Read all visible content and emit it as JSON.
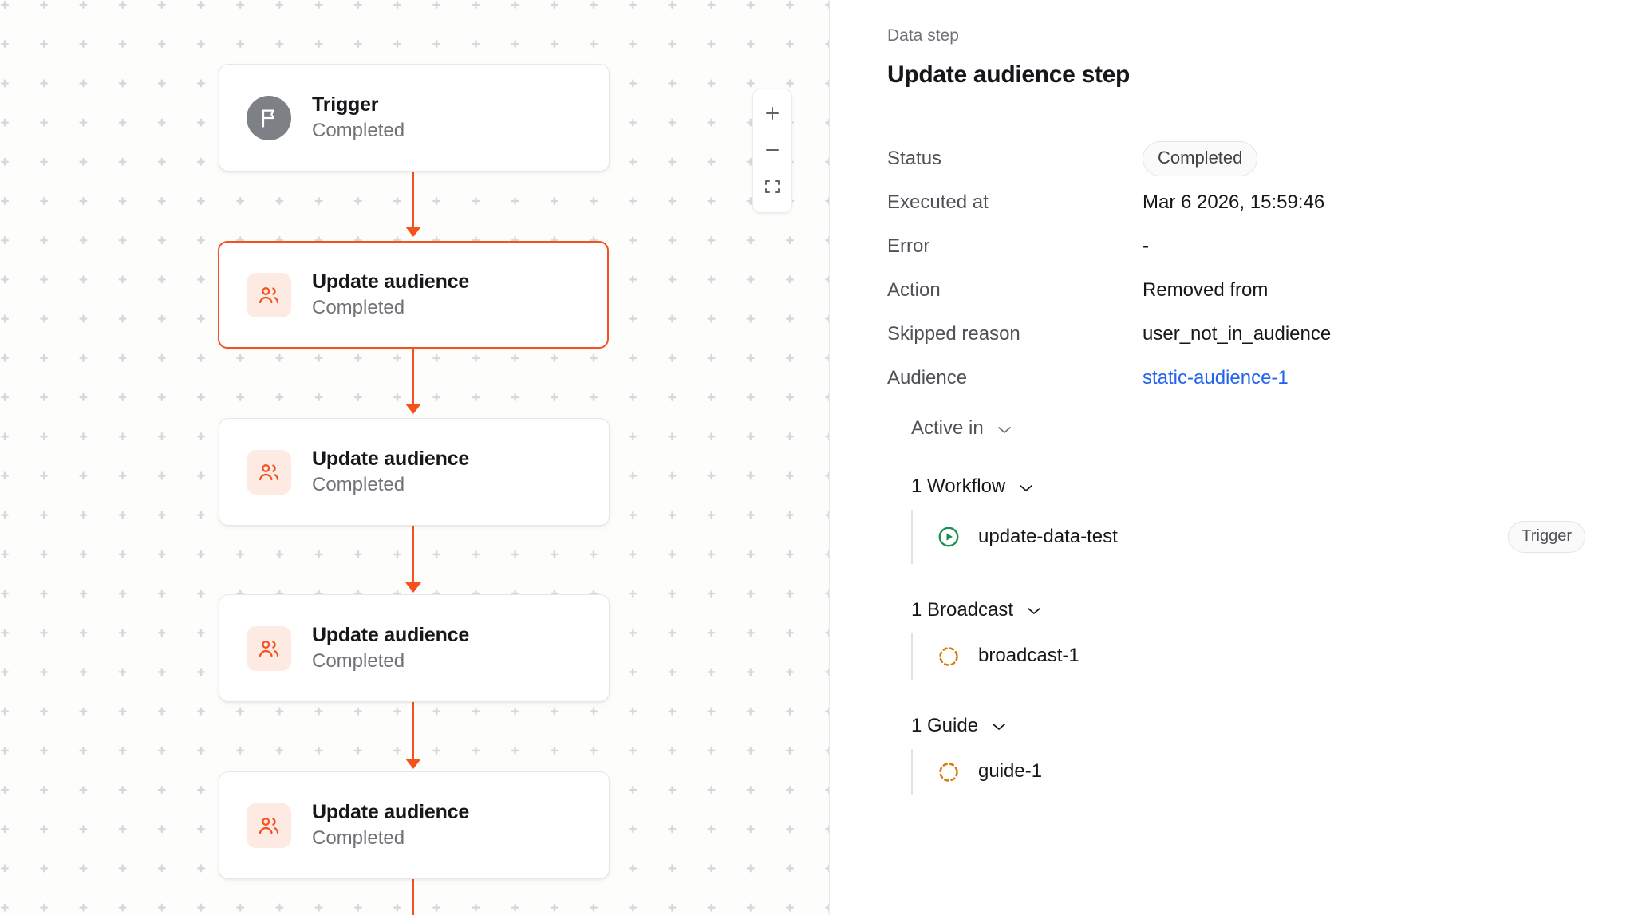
{
  "colors": {
    "accent_orange": "#f4511e",
    "icon_bg_pink": "#fdeae3",
    "trigger_gray": "#7d8186",
    "link_blue": "#2563eb",
    "workflow_green": "#179150",
    "draft_orange": "#d97706",
    "canvas_bg": "#fdfdfb"
  },
  "canvas": {
    "name": "workflow-canvas",
    "nodes": [
      {
        "title": "Trigger",
        "status": "Completed",
        "icon": "flag-icon",
        "icon_style": "trigger",
        "selected": false
      },
      {
        "title": "Update audience",
        "status": "Completed",
        "icon": "users-icon",
        "icon_style": "audience",
        "selected": true
      },
      {
        "title": "Update audience",
        "status": "Completed",
        "icon": "users-icon",
        "icon_style": "audience",
        "selected": false
      },
      {
        "title": "Update audience",
        "status": "Completed",
        "icon": "users-icon",
        "icon_style": "audience",
        "selected": false
      },
      {
        "title": "Update audience",
        "status": "Completed",
        "icon": "users-icon",
        "icon_style": "audience",
        "selected": false
      }
    ],
    "zoom_controls": {
      "zoom_in": "plus-icon",
      "zoom_out": "minus-icon",
      "fit_view": "fit-screen-icon"
    }
  },
  "panel": {
    "kicker": "Data step",
    "title": "Update audience step",
    "details": [
      {
        "label": "Status",
        "value": "Completed",
        "type": "pill"
      },
      {
        "label": "Executed at",
        "value": "Mar 6 2026, 15:59:46",
        "type": "text"
      },
      {
        "label": "Error",
        "value": "-",
        "type": "text"
      },
      {
        "label": "Action",
        "value": "Removed from",
        "type": "text"
      },
      {
        "label": "Skipped reason",
        "value": "user_not_in_audience",
        "type": "text"
      },
      {
        "label": "Audience",
        "value": "static-audience-1",
        "type": "link"
      }
    ],
    "active_in": {
      "label": "Active in",
      "chevron": "chevron-down-icon",
      "groups": [
        {
          "label": "1 Workflow",
          "chevron": "chevron-down-icon",
          "items": [
            {
              "name": "update-data-test",
              "icon": "play-circle-icon",
              "icon_color": "green",
              "badge": "Trigger"
            }
          ]
        },
        {
          "label": "1 Broadcast",
          "chevron": "chevron-down-icon",
          "items": [
            {
              "name": "broadcast-1",
              "icon": "dashed-circle-icon",
              "icon_color": "orange",
              "badge": ""
            }
          ]
        },
        {
          "label": "1 Guide",
          "chevron": "chevron-down-icon",
          "items": [
            {
              "name": "guide-1",
              "icon": "dashed-circle-icon",
              "icon_color": "orange",
              "badge": ""
            }
          ]
        }
      ]
    }
  }
}
